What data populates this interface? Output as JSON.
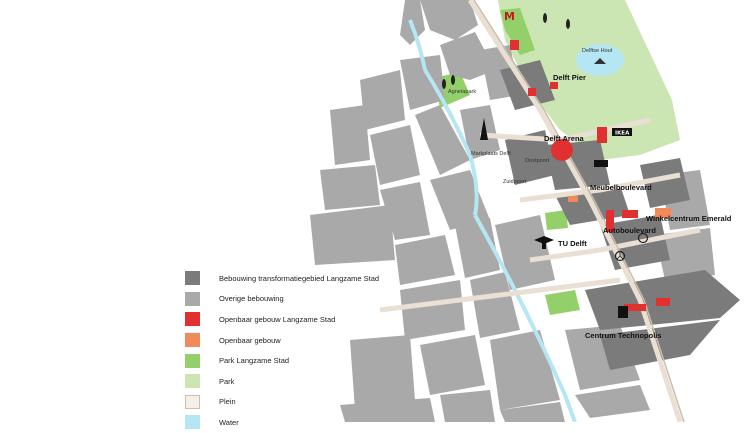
{
  "colors": {
    "building_transformation": "#7b7b7b",
    "building_other": "#a9a9a9",
    "public_building_langzame_stad": "#e03030",
    "public_building": "#f08a5a",
    "park_langzame_stad": "#93d06a",
    "park": "#cbe6b2",
    "plein": "#f6efe9",
    "water": "#b5e6f3",
    "road": "#e9dfd3"
  },
  "map": {
    "places": {
      "delfts_hout": "Delftse Hout",
      "delft_pier": "Delft Pier",
      "agnetapark": "Agnetapark",
      "markplaats_delft": "Markplaats Delft",
      "delft_arena": "Delft Arena",
      "oostpoort": "Oostpoort",
      "zuidpoort": "Zuidpoort",
      "meubelboulevard": "Meubelboulevard",
      "winkelcentrum_emerald": "Winkelcentrum Emerald",
      "tu_delft": "TU Delft",
      "autoboulevard": "Autoboulevard",
      "centrum_technopolis": "Centrum Technopolis"
    },
    "icons": [
      "mcdonalds-icon",
      "ikea-icon",
      "media-markt-icon",
      "mercedes-icon",
      "volkswagen-icon",
      "church-tower-icon",
      "graduation-cap-icon",
      "sailboat-icon",
      "tree-icon",
      "industrial-icon"
    ]
  },
  "legend": {
    "items": [
      {
        "label": "Bebouwing transformatiegebied Langzame Stad",
        "color": "#7b7b7b"
      },
      {
        "label": "Overige bebouwing",
        "color": "#a9a9a9"
      },
      {
        "label": "Openbaar gebouw Langzame Stad",
        "color": "#e03030"
      },
      {
        "label": "Openbaar gebouw",
        "color": "#f08a5a"
      },
      {
        "label": "Park Langzame Stad",
        "color": "#93d06a"
      },
      {
        "label": "Park",
        "color": "#cbe6b2"
      },
      {
        "label": "Plein",
        "color": "#f6efe9"
      },
      {
        "label": "Water",
        "color": "#b5e6f3"
      }
    ]
  }
}
